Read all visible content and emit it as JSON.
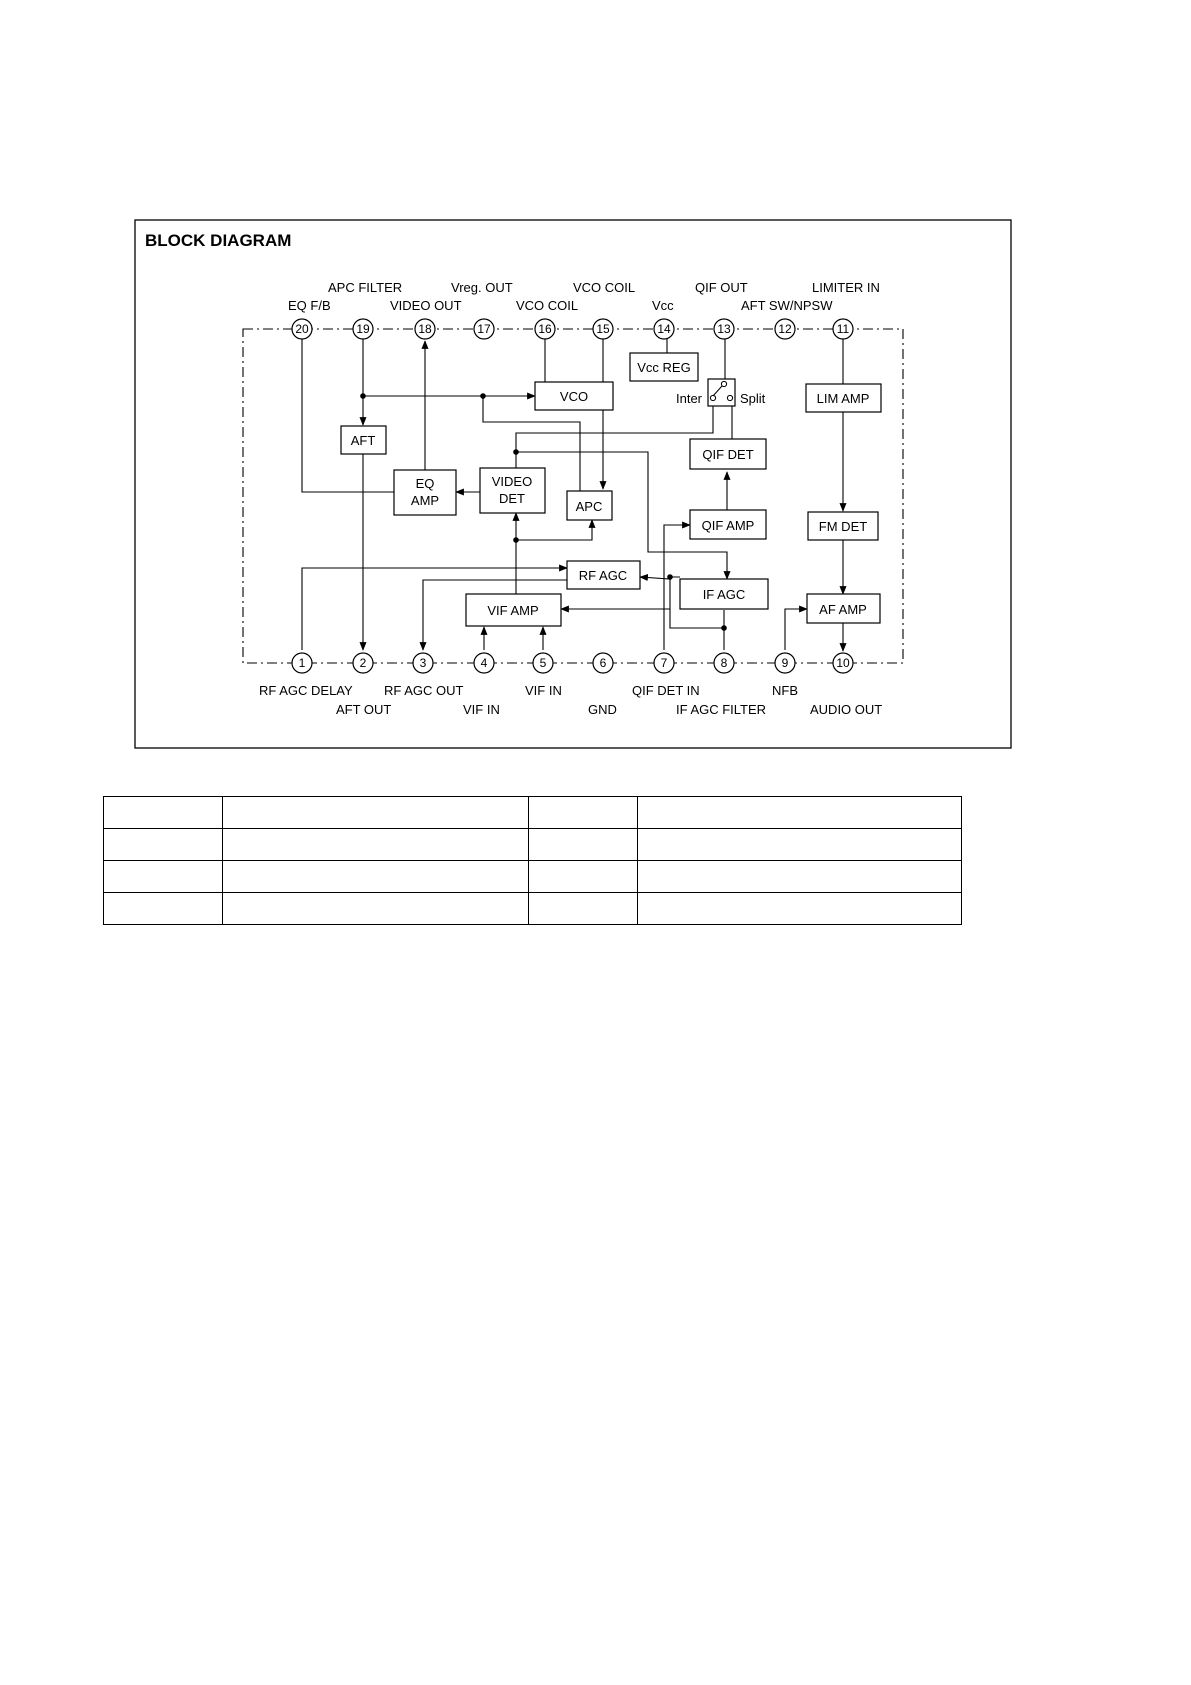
{
  "title": "BLOCK DIAGRAM",
  "pins_top": [
    {
      "num": "20",
      "label": "EQ F/B"
    },
    {
      "num": "19",
      "label": "APC FILTER"
    },
    {
      "num": "18",
      "label": "VIDEO OUT"
    },
    {
      "num": "17",
      "label": "Vreg. OUT"
    },
    {
      "num": "16",
      "label": "VCO COIL"
    },
    {
      "num": "15",
      "label": "VCO COIL"
    },
    {
      "num": "14",
      "label": "Vcc"
    },
    {
      "num": "13",
      "label": "QIF OUT"
    },
    {
      "num": "12",
      "label": "AFT SW/NPSW"
    },
    {
      "num": "11",
      "label": "LIMITER IN"
    }
  ],
  "pins_bottom": [
    {
      "num": "1",
      "label": "RF AGC DELAY"
    },
    {
      "num": "2",
      "label": "AFT OUT"
    },
    {
      "num": "3",
      "label": "RF AGC OUT"
    },
    {
      "num": "4",
      "label": "VIF IN"
    },
    {
      "num": "5",
      "label": "VIF IN"
    },
    {
      "num": "6",
      "label": "GND"
    },
    {
      "num": "7",
      "label": "QIF DET IN"
    },
    {
      "num": "8",
      "label": "IF AGC FILTER"
    },
    {
      "num": "9",
      "label": "NFB"
    },
    {
      "num": "10",
      "label": "AUDIO OUT"
    }
  ],
  "blocks": {
    "vcc_reg": "Vcc REG",
    "vco": "VCO",
    "aft": "AFT",
    "eq_amp_1": "EQ",
    "eq_amp_2": "AMP",
    "video_det_1": "VIDEO",
    "video_det_2": "DET",
    "apc": "APC",
    "qif_det": "QIF DET",
    "qif_amp": "QIF AMP",
    "rf_agc": "RF AGC",
    "if_agc": "IF AGC",
    "vif_amp": "VIF AMP",
    "lim_amp": "LIM AMP",
    "fm_det": "FM DET",
    "af_amp": "AF AMP"
  },
  "switch": {
    "left": "Inter",
    "right": "Split"
  },
  "table_rows": 4,
  "table_cols": 4
}
